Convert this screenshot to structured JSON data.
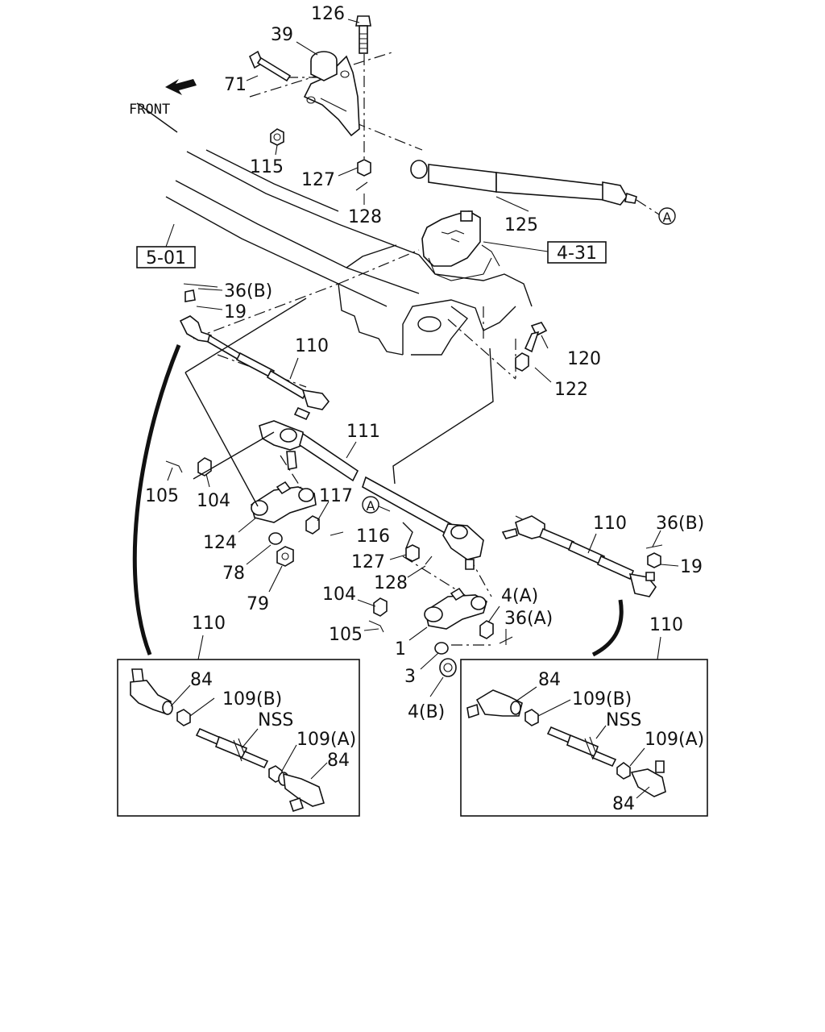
{
  "front_label": "FRONT",
  "refs": {
    "ref_5_01": "5-01",
    "ref_4_31": "4-31"
  },
  "circle_marker": "A",
  "labels": {
    "p126": "126",
    "p39": "39",
    "p71": "71",
    "p115": "115",
    "p127_top": "127",
    "p128_top": "128",
    "p125": "125",
    "p36b_left": "36(B)",
    "p19_left": "19",
    "p110_upper": "110",
    "p120": "120",
    "p122": "122",
    "p111": "111",
    "p105_left": "105",
    "p104_left": "104",
    "p117": "117",
    "p116": "116",
    "p124": "124",
    "p78": "78",
    "p79": "79",
    "p127_mid": "127",
    "p128_mid": "128",
    "p104_mid": "104",
    "p105_mid": "105",
    "p1": "1",
    "p3": "3",
    "p4b": "4(B)",
    "p4a": "4(A)",
    "p36a": "36(A)",
    "p110_right": "110",
    "p36b_right": "36(B)",
    "p19_right": "19",
    "p110_box_left": "110",
    "p110_box_right": "110",
    "box_left": {
      "p84_a": "84",
      "p109b": "109(B)",
      "nss": "NSS",
      "p109a": "109(A)",
      "p84_b": "84"
    },
    "box_right": {
      "p84_a": "84",
      "p109b": "109(B)",
      "nss": "NSS",
      "p109a": "109(A)",
      "p84_b": "84"
    }
  }
}
